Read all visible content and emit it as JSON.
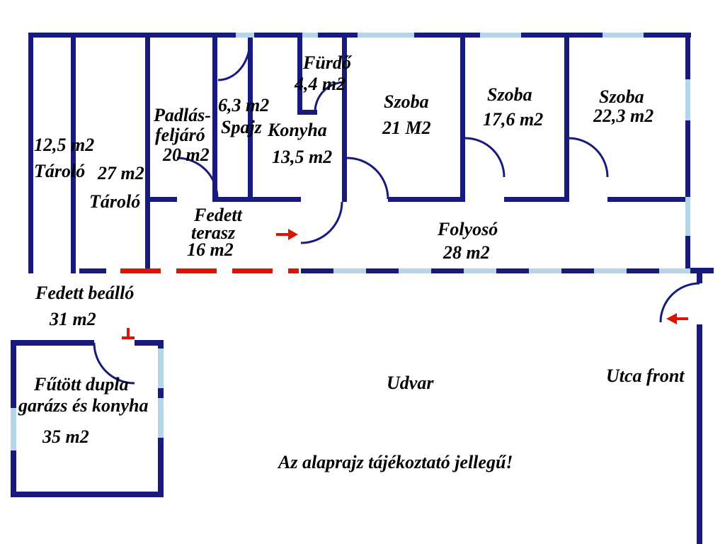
{
  "colors": {
    "wall": "#181a7d",
    "window": "#b7d5e8",
    "accent": "#dd1405",
    "text": "#000000",
    "background": "#ffffff"
  },
  "labels": {
    "tarolo_small_area": "12,5 m2",
    "tarolo_small_name": "Tároló",
    "tarolo_large_area": "27 m2",
    "tarolo_large_name": "Tároló",
    "padlas_name_1": "Padlás-",
    "padlas_name_2": "feljáró",
    "padlas_area": "20 m2",
    "spajz_area": "6,3 m2",
    "spajz_name": "Spajz",
    "furdo_name": "Fürdő",
    "furdo_area": "4,4 m2",
    "konyha_name": "Konyha",
    "konyha_area": "13,5 m2",
    "szoba1_name": "Szoba",
    "szoba1_area": "21 M2",
    "szoba2_name": "Szoba",
    "szoba2_area": "17,6 m2",
    "szoba3_name": "Szoba",
    "szoba3_area": "22,3 m2",
    "terasz_name_1": "Fedett",
    "terasz_name_2": "terasz",
    "terasz_area": "16 m2",
    "folyoso_name": "Folyosó",
    "folyoso_area": "28 m2",
    "beallo_name": "Fedett beálló",
    "beallo_area": "31 m2",
    "garazs_name_1": "Fűtött dupla",
    "garazs_name_2": "garázs és konyha",
    "garazs_area": "35 m2",
    "udvar": "Udvar",
    "utca_front": "Utca front",
    "disclaimer": "Az alaprajz tájékoztató jellegű!"
  }
}
